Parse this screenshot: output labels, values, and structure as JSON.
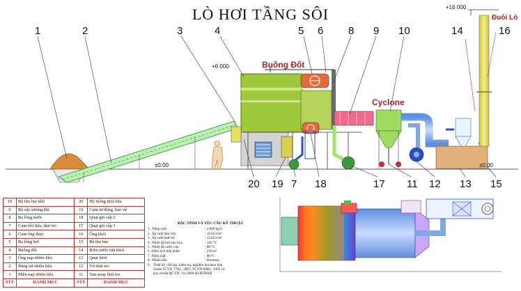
{
  "title": "LÒ HƠI TẦNG SÔI",
  "labels": {
    "furnace": "Buồng Đốt",
    "cyclone": "Cyclone",
    "chimney_tail": "Đuôi Lò"
  },
  "elevations": {
    "top": "+16 000",
    "mid": "+6 000",
    "ground_left": "±0.00",
    "ground_right": "±0.00"
  },
  "callouts_top": [
    "1",
    "2",
    "3",
    "4",
    "5",
    "6",
    "8",
    "9",
    "10",
    "14",
    "16"
  ],
  "callouts_bottom": [
    "20",
    "19",
    "7",
    "18",
    "17",
    "11",
    "12",
    "13",
    "15"
  ],
  "legend": {
    "header": [
      "STT",
      "DANH MỤC",
      "STT",
      "DANH MỤC"
    ],
    "rows": [
      [
        "10",
        "Bộ thu bụi khô",
        "20",
        "Hệ thống thổi liệu"
      ],
      [
        "9",
        "Bộ sấy không khí",
        "19",
        "Cụm tự động, bảo vệ"
      ],
      [
        "8",
        "Ba lông nước",
        "18",
        "Quạt gió cấp 2"
      ],
      [
        "7",
        "Cụm hồi liệu, thải tro",
        "17",
        "Quạt gió cấp 1"
      ],
      [
        "6",
        "Cụm ống thủy",
        "16",
        "Ống khói"
      ],
      [
        "5",
        "Ba lông hơi",
        "15",
        "Bể thu bụi"
      ],
      [
        "4",
        "Buồng đốt",
        "14",
        "Bơm nước rửa khói"
      ],
      [
        "3",
        "Ống nạp nhiên liệu",
        "13",
        "Quạt khói"
      ],
      [
        "2",
        "Băng tải nhiên liệu",
        "12",
        "Vít thải tro"
      ],
      [
        "1",
        "Phễu nạp nhiên liệu",
        "11",
        "Van xoay thải tro"
      ]
    ]
  },
  "specs": {
    "heading": "ĐẶC TÍNH VÀ YÊU CẦU KỸ THUẬT",
    "items": [
      [
        "1.",
        "Năng suất",
        ": 4.000 kg/h"
      ],
      [
        "2.",
        "Áp suất làm việc",
        ": 10 kG/cm²"
      ],
      [
        "3.",
        "Áp suất thiết kế",
        ": 12 kG/cm²"
      ],
      [
        "4.",
        "Nhiệt độ hơi bão hòa",
        ": 183 °C"
      ],
      [
        "5.",
        "Nhiệt độ nước cấp",
        ": 80 °C"
      ],
      [
        "6.",
        "Diện tích tiếp nhiệt",
        ": 250 m²"
      ],
      [
        "7.",
        "Hiệu suất",
        ": 80 %"
      ],
      [
        "8.",
        "Nhiên liệu",
        ": Biomass"
      ]
    ],
    "note_lines": [
      "9.   Thiết kế, chế tạo, kiểm tra, nghiệm thu theo tiêu",
      "      chuẩn TCVN 7704 : 2007, TCVN 6008 : 1995 và",
      "      quy chuẩn QCVN : 01-2008 BLĐTBXH"
    ]
  },
  "colors": {
    "furnace": "#9cc83a",
    "stack": "#e8e27a",
    "airheater": "#f06a8a",
    "cyclone": "#9edc62",
    "pipe": "#7fa8e6",
    "conveyor": "#8fe08f",
    "tank": "#e2b07a",
    "fan": "#2b4fc8",
    "label_red": "#b02020"
  }
}
